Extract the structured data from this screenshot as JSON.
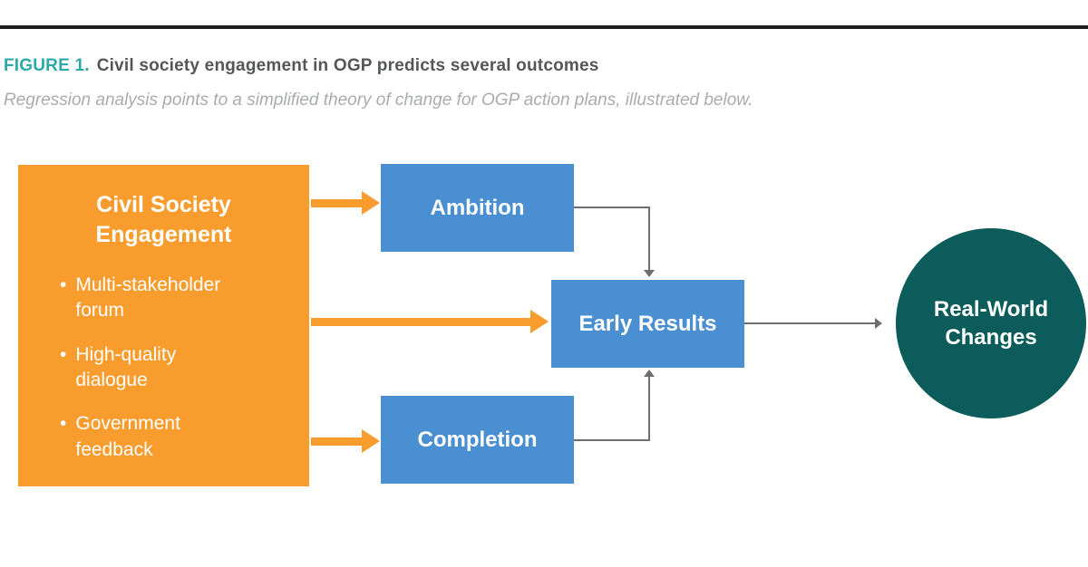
{
  "figure": {
    "label": "FIGURE 1.",
    "title": "Civil society engagement in OGP predicts several outcomes",
    "subtitle": "Regression analysis points to a simplified theory of change for OGP action plans, illustrated below."
  },
  "diagram": {
    "source_box": {
      "title": "Civil Society Engagement",
      "bullet_char": "•",
      "bullets": [
        "Multi-stakeholder forum",
        "High-quality dialogue",
        "Government feedback"
      ]
    },
    "nodes": {
      "ambition": "Ambition",
      "early_results": "Early Results",
      "completion": "Completion",
      "real_world": "Real-World Changes"
    },
    "colors": {
      "orange": "#F89C2E",
      "blue": "#4A8FD2",
      "teal_circle": "#0D5C5C",
      "figure_label_teal": "#2BAAA9",
      "title_text": "#55565A",
      "subtitle_text": "#A9ABAE",
      "connector_gray": "#6D6E71",
      "top_rule_black": "#1F1F1F"
    }
  }
}
